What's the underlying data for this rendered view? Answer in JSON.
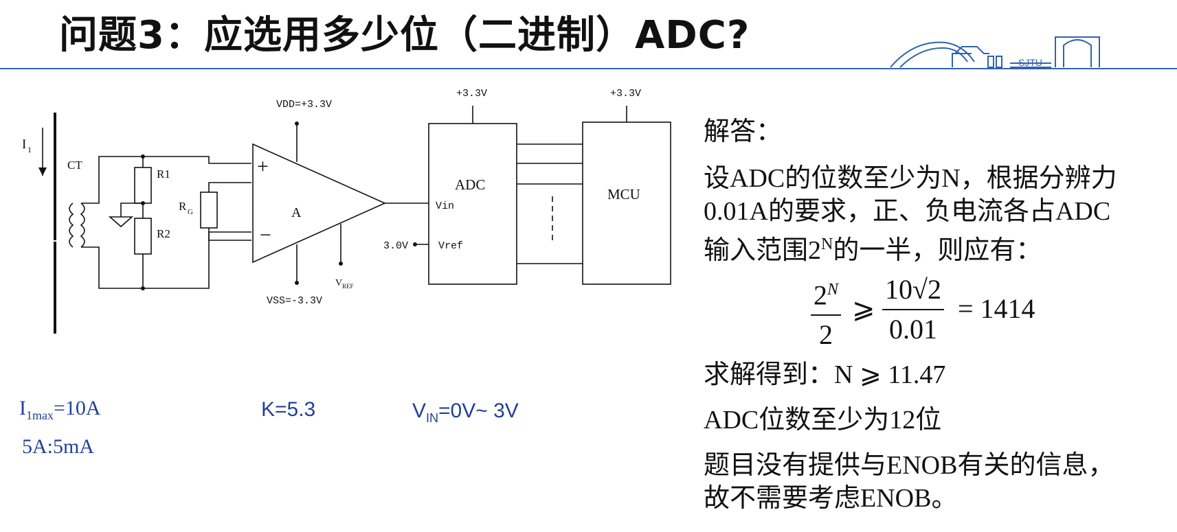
{
  "header": {
    "title": "问题3：应选用多少位（二进制）ADC?",
    "logo_text": "SJTU"
  },
  "circuit": {
    "i1_label": "I",
    "i1_sub": "1",
    "ct_label": "CT",
    "r1_label": "R1",
    "r2_label": "R2",
    "rg_label": "R",
    "rg_sub": "G",
    "vdd_label": "VDD=+3.3V",
    "vss_label": "VSS=-3.3V",
    "opamp_label": "A",
    "plus_sign": "+",
    "minus_sign": "−",
    "vref_label": "V",
    "vref_sub": "REF",
    "adc_label": "ADC",
    "adc_vin_label": "Vin",
    "adc_vref_label": "Vref",
    "adc_vref_value": "3.0V",
    "adc_supply": "+3.3V",
    "mcu_label": "MCU",
    "mcu_supply": "+3.3V"
  },
  "notes": {
    "i1max_main": "I",
    "i1max_sub": "1max",
    "i1max_value": "=10A",
    "ratio": "5A:5mA",
    "k_value": "K=5.3",
    "vin_main": "V",
    "vin_sub": "IN",
    "vin_value": "=0V~ 3V"
  },
  "answer": {
    "heading": "解答：",
    "line1": "设ADC的位数至少为N，根据分辨力",
    "line2": "0.01A的要求，正、负电流各占ADC",
    "line3_pre": "输入范围2",
    "line3_sup": "N",
    "line3_post": "的一半，则应有：",
    "formula": {
      "lhs_num": "2",
      "lhs_num_sup": "N",
      "lhs_den": "2",
      "relation": "⩾",
      "rhs_num": "10√2",
      "rhs_den": "0.01",
      "equals": "= 1414"
    },
    "solve": "求解得到：N ⩾ 11.47",
    "result": "ADC位数至少为12位",
    "note1": "题目没有提供与ENOB有关的信息，",
    "note2": "故不需要考虑ENOB。"
  }
}
